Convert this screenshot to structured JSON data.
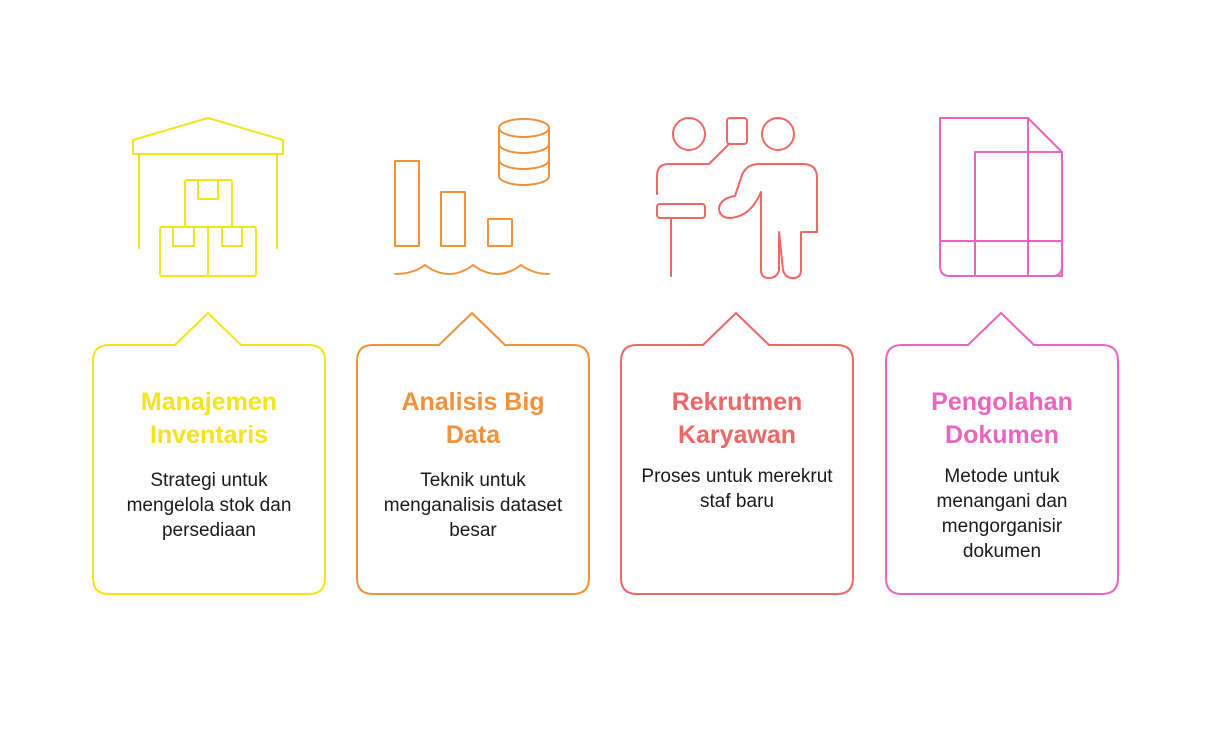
{
  "colors": {
    "yellow": "#F4E41C",
    "orange": "#F0923A",
    "red": "#EE6666",
    "pink": "#E865C0"
  },
  "items": [
    {
      "icon": "warehouse-icon",
      "title": "Manajemen Inventaris",
      "description": "Strategi untuk mengelola stok dan persediaan",
      "color": "#F4E41C"
    },
    {
      "icon": "big-data-chart-icon",
      "title": "Analisis Big Data",
      "description": "Teknik untuk menganalisis dataset besar",
      "color": "#F0923A"
    },
    {
      "icon": "recruitment-icon",
      "title": "Rekrutmen Karyawan",
      "description": "Proses untuk merekrut staf baru",
      "color": "#EE6666"
    },
    {
      "icon": "document-icon",
      "title": "Pengolahan Dokumen",
      "description": "Metode untuk menangani dan mengorganisir dokumen",
      "color": "#E865C0"
    }
  ]
}
